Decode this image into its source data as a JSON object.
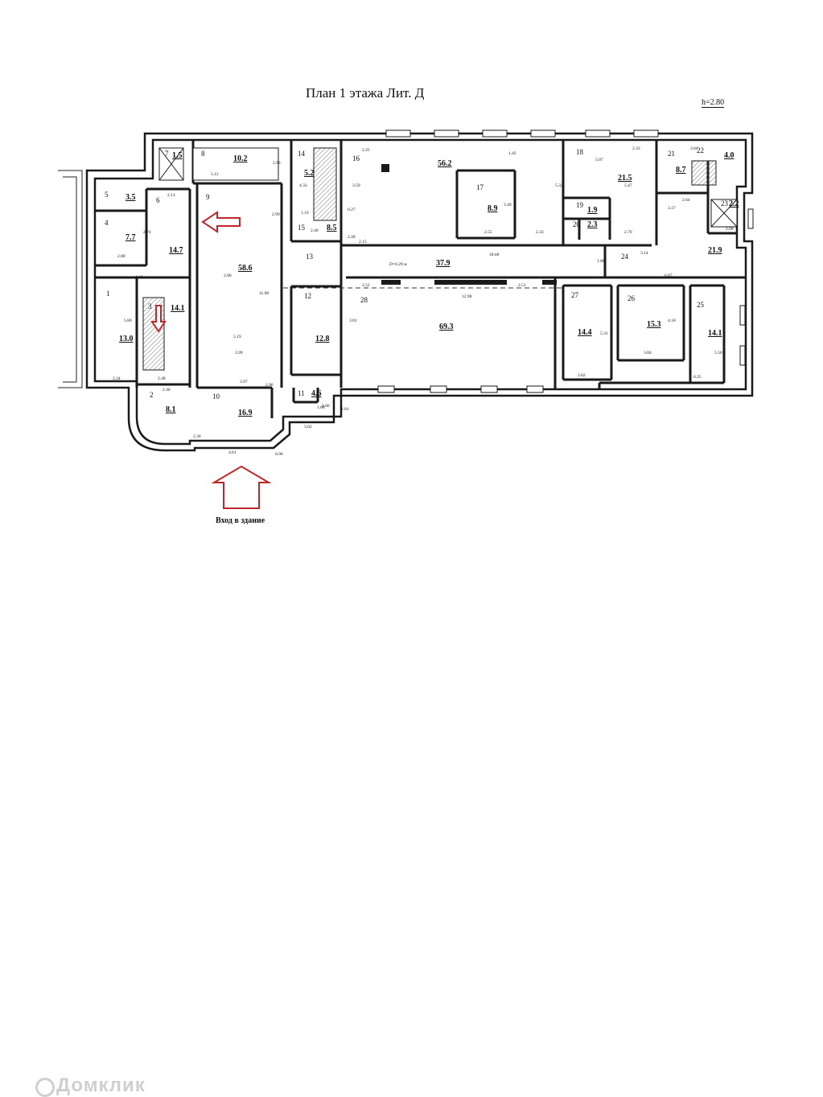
{
  "title": "План 1 этажа  Лит. Д",
  "height_label": "h=2.80",
  "entrance_label": "Вход в здание",
  "watermark": "Домклик",
  "colors": {
    "wall": "#1a1a1a",
    "arrow": "#c0262b",
    "watermark": "#cfcfcf"
  },
  "rooms": [
    {
      "num": "1",
      "area": "13.0"
    },
    {
      "num": "2",
      "area": "8.1"
    },
    {
      "num": "3",
      "area": "14.1"
    },
    {
      "num": "4",
      "area": "7.7"
    },
    {
      "num": "5",
      "area": "3.5"
    },
    {
      "num": "6",
      "area": "14.7"
    },
    {
      "num": "7",
      "area": "1.5"
    },
    {
      "num": "8",
      "area": "10.2"
    },
    {
      "num": "9",
      "area": "58.6"
    },
    {
      "num": "10",
      "area": "16.9"
    },
    {
      "num": "11",
      "area": "4.6"
    },
    {
      "num": "12",
      "area": "12.8"
    },
    {
      "num": "13",
      "area": ""
    },
    {
      "num": "14",
      "area": "5.2"
    },
    {
      "num": "15",
      "area": "8.5"
    },
    {
      "num": "16",
      "area": "56.2"
    },
    {
      "num": "17",
      "area": "8.9"
    },
    {
      "num": "18",
      "area": "21.5"
    },
    {
      "num": "19",
      "area": "1.9"
    },
    {
      "num": "20",
      "area": "2.3"
    },
    {
      "num": "21",
      "area": "8.7"
    },
    {
      "num": "22",
      "area": "4.0"
    },
    {
      "num": "23",
      "area": "2.2"
    },
    {
      "num": "24",
      "area": "21.9"
    },
    {
      "num": "25",
      "area": "14.1"
    },
    {
      "num": "26",
      "area": "15.3"
    },
    {
      "num": "27",
      "area": "14.4"
    },
    {
      "num": "28",
      "area": "69.3"
    },
    {
      "num": "",
      "area": "37.9"
    }
  ],
  "dimensions": [
    "5.12",
    "2.93",
    "18.68",
    "12.98",
    "3.97",
    "4.61",
    "3.02",
    "2.36",
    "5.47",
    "5.07",
    "2.33",
    "3.49",
    "2.55",
    "2.33",
    "1.42",
    "5.32",
    "3.59",
    "2.25",
    "2.70",
    "2.62",
    "6.87",
    "3.14",
    "6.25",
    "3.66",
    "4.18",
    "5.50",
    "5.31",
    "2.48",
    "2.40",
    "2.24",
    "5.80",
    "2.88",
    "2.74",
    "2.13",
    "4.68",
    "2.86",
    "2.51",
    "2.52",
    "D=0.29 м",
    "2.64",
    "2.08",
    "3.17",
    "3.64",
    "1.88",
    "0.27",
    "2.49",
    "2.15",
    "3.81",
    "1.19",
    "2.49",
    "4.33",
    "2.99",
    "5.19",
    "3.99",
    "11.98",
    "2.96",
    "2.66",
    "0.96",
    "1.81",
    "1.88"
  ]
}
